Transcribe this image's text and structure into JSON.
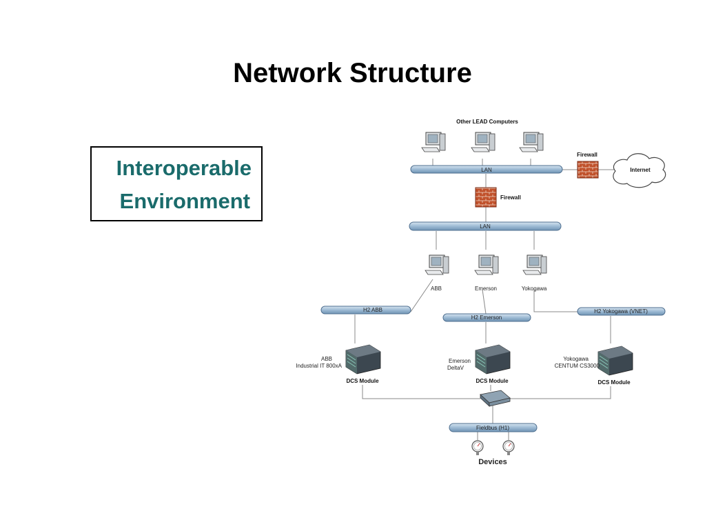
{
  "slide": {
    "title": "Network Structure",
    "callout_line1": "Interoperable",
    "callout_line2": "Environment"
  },
  "diagram": {
    "top_label": "Other LEAD Computers",
    "lan_top": "LAN",
    "firewall_right": "Firewall",
    "internet": "Internet",
    "firewall_mid": "Firewall",
    "lan_mid": "LAN",
    "pc_abb": "ABB",
    "pc_emerson": "Emerson",
    "pc_yokogawa": "Yokogawa",
    "h2_abb": "H2 ABB",
    "h2_emerson": "H2 Emerson",
    "h2_yokogawa": "H2 Yokogawa (VNET)",
    "abb_sys_1": "ABB",
    "abb_sys_2": "Industrial IT 800xA",
    "emerson_sys_1": "Emerson",
    "emerson_sys_2": "DeltaV",
    "yokogawa_sys_1": "Yokogawa",
    "yokogawa_sys_2": "CENTUM CS3000",
    "dcs_1": "DCS Module",
    "dcs_2": "DCS Module",
    "dcs_3": "DCS Module",
    "fieldbus": "Fieldbus (H1)",
    "devices": "Devices"
  },
  "colors": {
    "bus_fill": "#a9c4dc",
    "bus_stroke": "#4f6f8f",
    "firewall": "#c0502a",
    "callout_text": "#1a6b6b"
  }
}
